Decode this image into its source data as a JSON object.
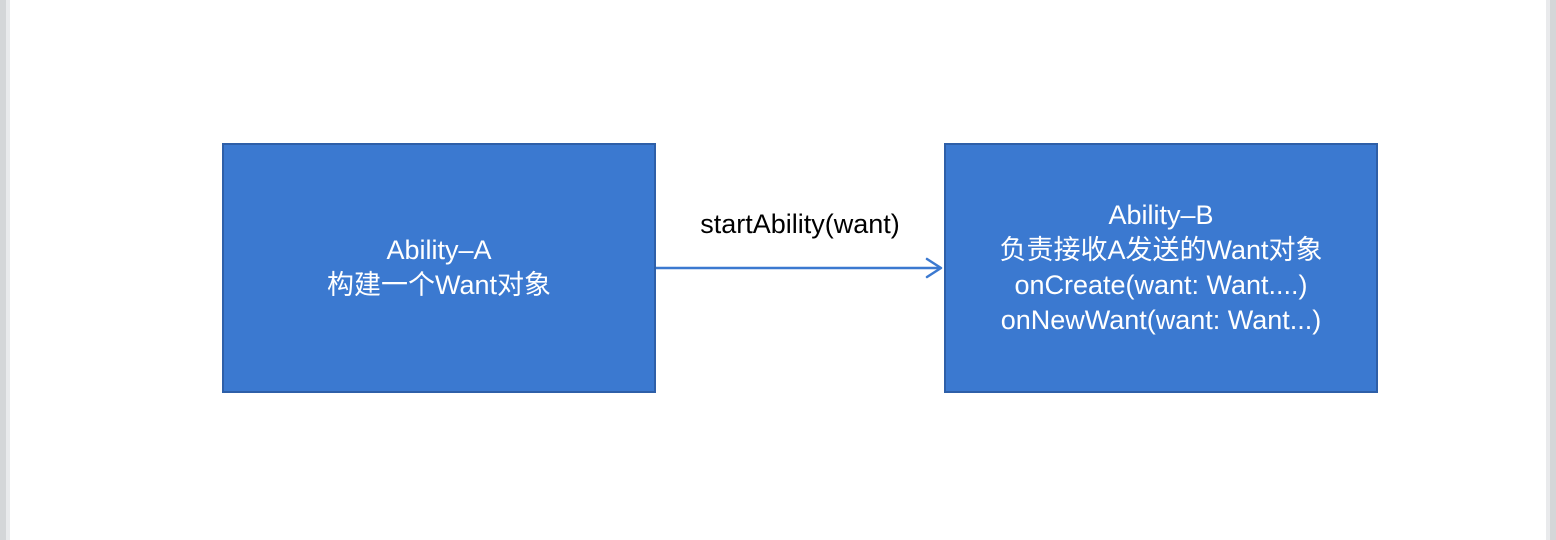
{
  "page": {
    "background_color": "#ffffff",
    "gutter_color": "#d4d6d8"
  },
  "theme": {
    "node_fill": "#3b79d0",
    "node_border": "#2e5fa8",
    "node_text": "#ffffff",
    "edge_color": "#3b79d0",
    "edge_label_text": "#000000"
  },
  "diagram": {
    "type": "flow",
    "nodes": [
      {
        "id": "ability-a",
        "lines": [
          "Ability–A",
          "构建一个Want对象"
        ]
      },
      {
        "id": "ability-b",
        "lines": [
          "Ability–B",
          "负责接收A发送的Want对象",
          "onCreate(want: Want....)",
          "onNewWant(want: Want...)"
        ]
      }
    ],
    "edges": [
      {
        "id": "a-to-b",
        "from": "ability-a",
        "to": "ability-b",
        "label": "startAbility(want)",
        "arrowhead": "open-v",
        "direction": "right"
      }
    ]
  }
}
